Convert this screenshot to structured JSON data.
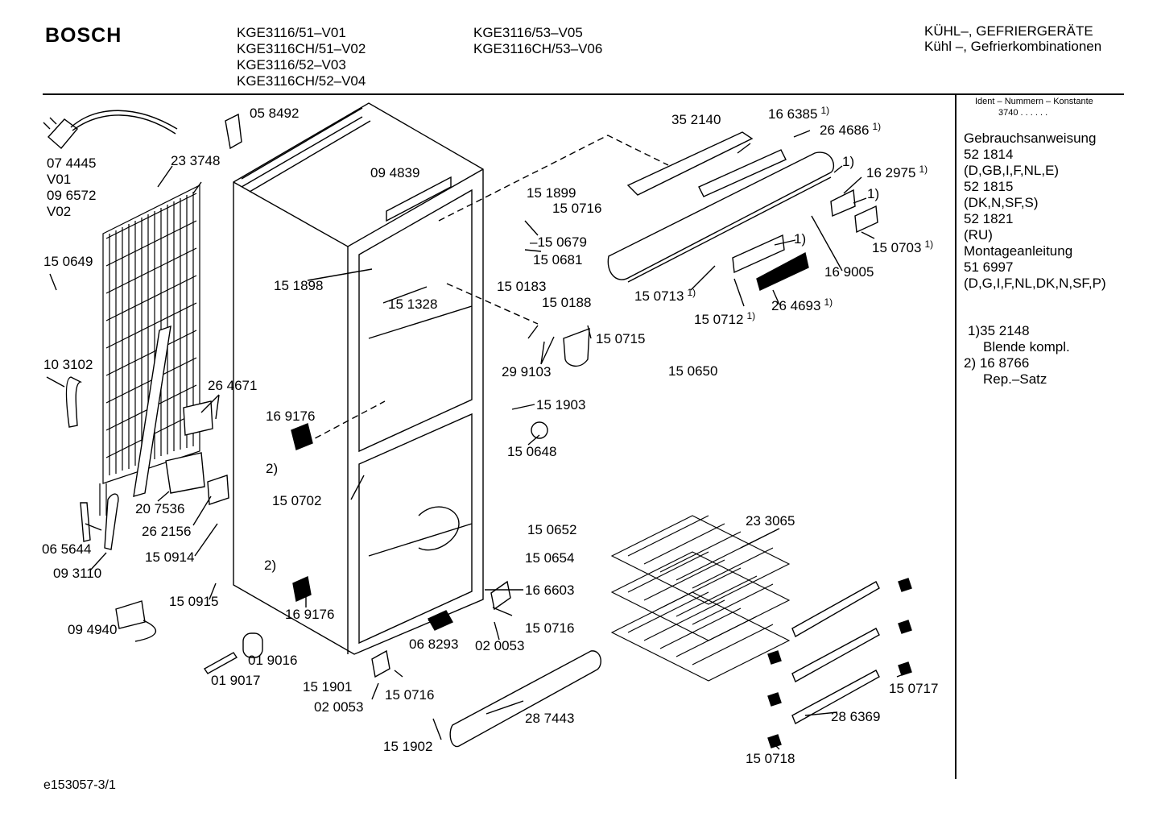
{
  "brand": "BOSCH",
  "models": {
    "col1": [
      "KGE3116/51–V01",
      "KGE3116CH/51–V02",
      "KGE3116/52–V03",
      "KGE3116CH/52–V04"
    ],
    "col2": [
      "KGE3116/53–V05",
      "KGE3116CH/53–V06"
    ]
  },
  "category": {
    "line1": "KÜHL–, GEFRIERGERÄTE",
    "line2": "Kühl –, Gefrierkombinationen"
  },
  "ident": {
    "header": "Ident – Nummern – Konstante",
    "value": "3740 . . . . . ."
  },
  "side_list": [
    "Gebrauchsanweisung",
    "52 1814",
    "(D,GB,I,F,NL,E)",
    "52 1815",
    "(DK,N,SF,S)",
    "52 1821",
    "(RU)",
    "Montageanleitung",
    "51 6997",
    "(D,G,I,F,NL,DK,N,SF,P)"
  ],
  "notes": [
    {
      "line1": "1)35 2148",
      "line2": "Blende kompl."
    },
    {
      "line1": "2)  16 8766",
      "line2": "Rep.–Satz"
    }
  ],
  "part_labels": [
    {
      "id": "p-058492",
      "text": "05 8492",
      "sup": ""
    },
    {
      "id": "p-074445",
      "text": "07 4445",
      "sup": ""
    },
    {
      "id": "p-v01",
      "text": "V01",
      "sup": ""
    },
    {
      "id": "p-096572",
      "text": "09 6572",
      "sup": ""
    },
    {
      "id": "p-v02",
      "text": "V02",
      "sup": ""
    },
    {
      "id": "p-233748",
      "text": "23 3748",
      "sup": ""
    },
    {
      "id": "p-094839",
      "text": "09 4839",
      "sup": ""
    },
    {
      "id": "p-150649",
      "text": "15 0649",
      "sup": ""
    },
    {
      "id": "p-151898",
      "text": "15 1898",
      "sup": ""
    },
    {
      "id": "p-151328",
      "text": "15 1328",
      "sup": ""
    },
    {
      "id": "p-103102",
      "text": "10 3102",
      "sup": ""
    },
    {
      "id": "p-264671",
      "text": "26 4671",
      "sup": ""
    },
    {
      "id": "p-169176a",
      "text": "16 9176",
      "sup": ""
    },
    {
      "id": "p-2a",
      "text": "2)",
      "sup": ""
    },
    {
      "id": "p-150702",
      "text": "15 0702",
      "sup": ""
    },
    {
      "id": "p-207536",
      "text": "20 7536",
      "sup": ""
    },
    {
      "id": "p-262156",
      "text": "26 2156",
      "sup": ""
    },
    {
      "id": "p-065644",
      "text": "06 5644",
      "sup": ""
    },
    {
      "id": "p-150914",
      "text": "15 0914",
      "sup": ""
    },
    {
      "id": "p-093110",
      "text": "09 3110",
      "sup": ""
    },
    {
      "id": "p-2b",
      "text": "2)",
      "sup": ""
    },
    {
      "id": "p-150915",
      "text": "15 0915",
      "sup": ""
    },
    {
      "id": "p-169176b",
      "text": "16 9176",
      "sup": ""
    },
    {
      "id": "p-094940",
      "text": "09 4940",
      "sup": ""
    },
    {
      "id": "p-019016",
      "text": "01 9016",
      "sup": ""
    },
    {
      "id": "p-019017",
      "text": "01 9017",
      "sup": ""
    },
    {
      "id": "p-151901",
      "text": "15 1901",
      "sup": ""
    },
    {
      "id": "p-150716c",
      "text": "15 0716",
      "sup": ""
    },
    {
      "id": "p-020053b",
      "text": "02 0053",
      "sup": ""
    },
    {
      "id": "p-151902",
      "text": "15 1902",
      "sup": ""
    },
    {
      "id": "p-287443",
      "text": "28 7443",
      "sup": ""
    },
    {
      "id": "p-068293",
      "text": "06 8293",
      "sup": ""
    },
    {
      "id": "p-020053a",
      "text": "02 0053",
      "sup": ""
    },
    {
      "id": "p-150716b",
      "text": "15 0716",
      "sup": ""
    },
    {
      "id": "p-166603",
      "text": "16 6603",
      "sup": ""
    },
    {
      "id": "p-150652",
      "text": "15 0652",
      "sup": ""
    },
    {
      "id": "p-150654",
      "text": "15 0654",
      "sup": ""
    },
    {
      "id": "p-151903",
      "text": "15 1903",
      "sup": ""
    },
    {
      "id": "p-150648",
      "text": "15 0648",
      "sup": ""
    },
    {
      "id": "p-150183",
      "text": "15 0183",
      "sup": ""
    },
    {
      "id": "p-150188",
      "text": "15 0188",
      "sup": ""
    },
    {
      "id": "p-299103",
      "text": "29 9103",
      "sup": ""
    },
    {
      "id": "p-150715",
      "text": "15 0715",
      "sup": ""
    },
    {
      "id": "p-150650",
      "text": "15 0650",
      "sup": ""
    },
    {
      "id": "p-151899",
      "text": "15 1899",
      "sup": ""
    },
    {
      "id": "p-150716a",
      "text": "15 0716",
      "sup": ""
    },
    {
      "id": "p-150679",
      "text": "–15 0679",
      "sup": ""
    },
    {
      "id": "p-150681",
      "text": "15 0681",
      "sup": ""
    },
    {
      "id": "p-352140",
      "text": "35 2140",
      "sup": ""
    },
    {
      "id": "p-166385",
      "text": "16 6385",
      "sup": "1)"
    },
    {
      "id": "p-264686",
      "text": "26 4686",
      "sup": "1)"
    },
    {
      "id": "p-1a",
      "text": "1)",
      "sup": ""
    },
    {
      "id": "p-162975",
      "text": "16 2975",
      "sup": "1)"
    },
    {
      "id": "p-1b",
      "text": "1)",
      "sup": ""
    },
    {
      "id": "p-150703",
      "text": "15 0703",
      "sup": "1)"
    },
    {
      "id": "p-1c",
      "text": "1)",
      "sup": ""
    },
    {
      "id": "p-169005",
      "text": "16 9005",
      "sup": ""
    },
    {
      "id": "p-150713",
      "text": "15 0713",
      "sup": "1)"
    },
    {
      "id": "p-150712",
      "text": "15 0712",
      "sup": "1)"
    },
    {
      "id": "p-264693",
      "text": "26 4693",
      "sup": "1)"
    },
    {
      "id": "p-233065",
      "text": "23 3065",
      "sup": ""
    },
    {
      "id": "p-150717",
      "text": "15 0717",
      "sup": ""
    },
    {
      "id": "p-286369",
      "text": "28 6369",
      "sup": ""
    },
    {
      "id": "p-150718",
      "text": "15 0718",
      "sup": ""
    }
  ],
  "footer": "e153057-3/1"
}
